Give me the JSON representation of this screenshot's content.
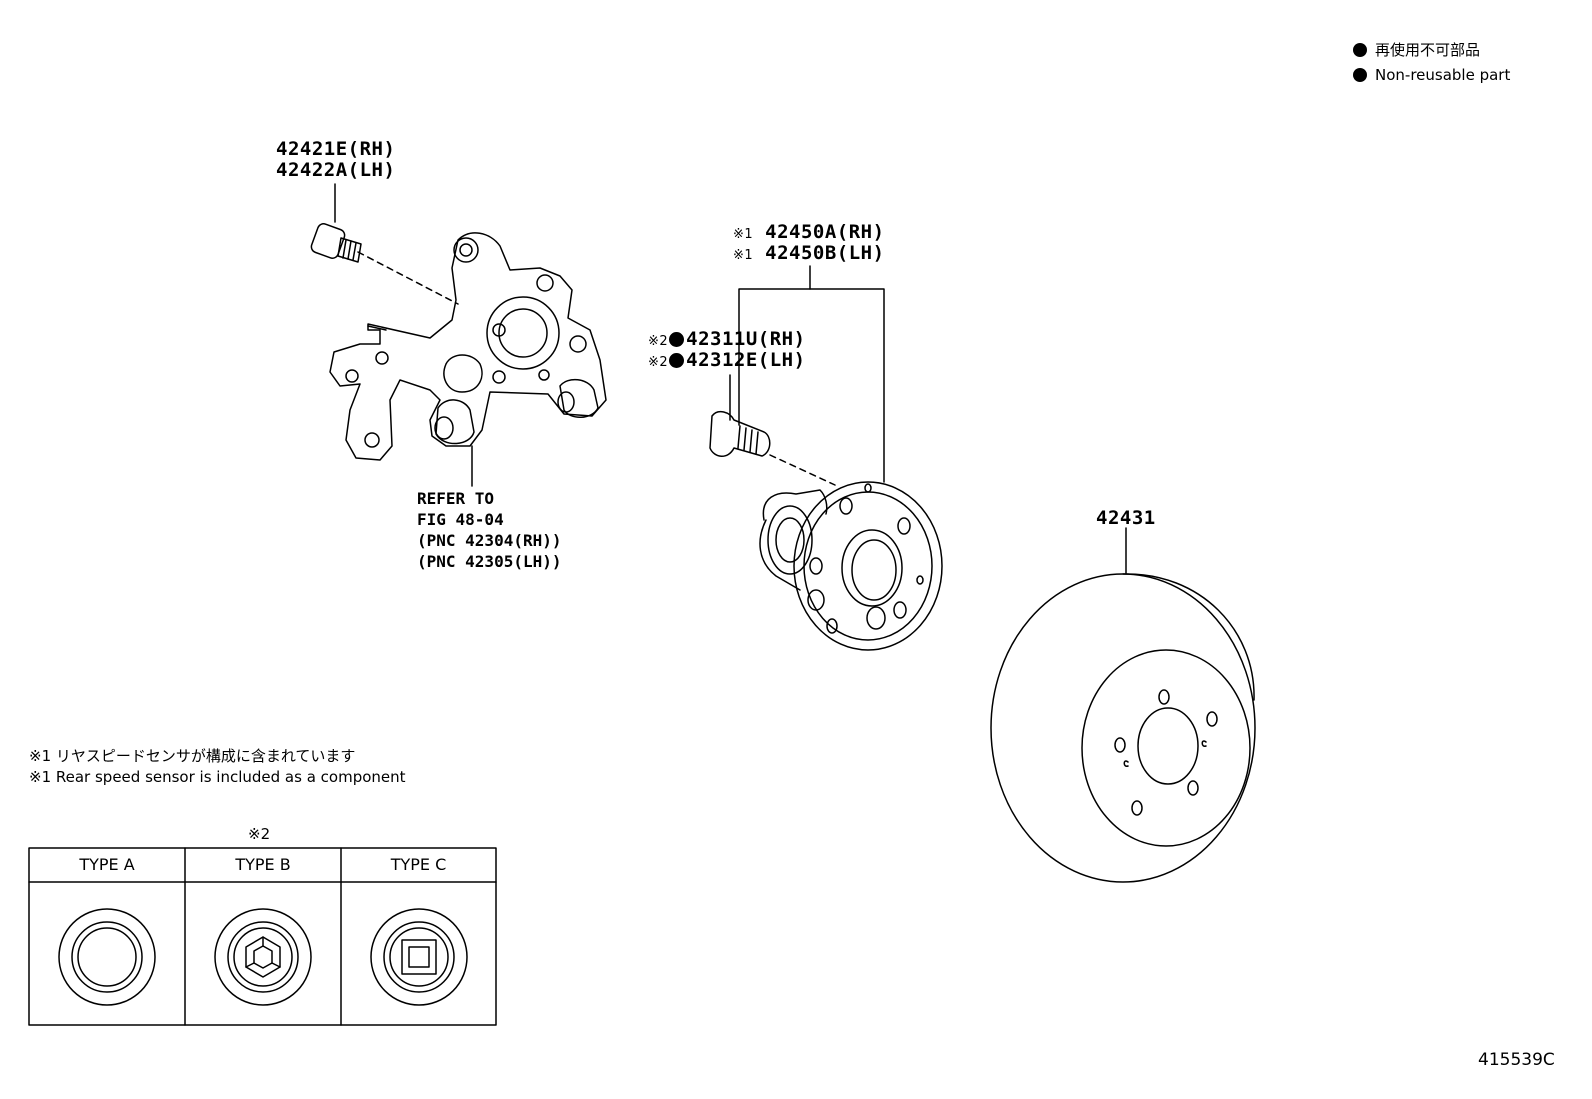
{
  "legend": {
    "items": [
      {
        "icon": "filled-circle",
        "text": "再使用不可部品"
      },
      {
        "icon": "filled-circle",
        "text": "Non-reusable part"
      }
    ]
  },
  "callouts": {
    "bolt": {
      "line1": "42421E(RH)",
      "line2": "42422A(LH)"
    },
    "hub": {
      "mark": "※1",
      "line1": "42450A(RH)",
      "line2": "42450B(LH)"
    },
    "stud": {
      "mark": "※2",
      "line1": "42311U(RH)",
      "line2": "42312E(LH)"
    },
    "rotor": {
      "line1": "42431"
    },
    "knuckle_ref": {
      "line1": "REFER TO",
      "line2": "FIG 48-04",
      "line3": "(PNC 42304(RH))",
      "line4": "(PNC 42305(LH))"
    }
  },
  "notes": {
    "jp": "※1 リヤスピードセンサが構成に含まれています",
    "en": "※1 Rear speed sensor is included as a component"
  },
  "type_table": {
    "mark": "※2",
    "headers": [
      "TYPE A",
      "TYPE B",
      "TYPE C"
    ]
  },
  "figure_id": "415539C",
  "colors": {
    "ink": "#000000",
    "paper": "#ffffff"
  }
}
